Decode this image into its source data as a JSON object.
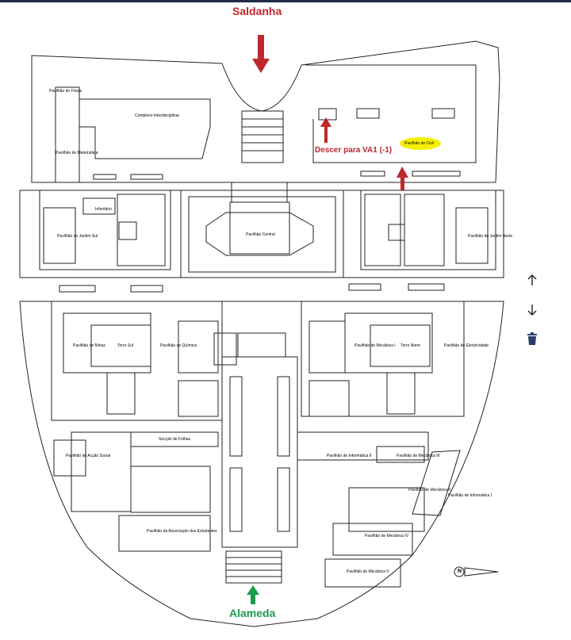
{
  "map": {
    "top_entrance": "Saldanha",
    "bottom_entrance": "Alameda",
    "note": "Descer para VA1 (-1)",
    "highlight_color": "#f5f000",
    "arrow_red": "#c0272d",
    "arrow_green": "#1e9b4c",
    "labels": {
      "fisica": "Pavilhão de Física",
      "complexo": "Complexo Interdisciplinar",
      "matematica": "Pavilhão de Matemática",
      "civil": "Pavilhão de Civil",
      "infantario": "Infantário",
      "jardim_sul": "Pavilhão do Jardim Sul",
      "central": "Pavilhão Central",
      "jardim_norte": "Pavilhão do Jardim Norte",
      "minas": "Pavilhão de Minas",
      "torre_sul": "Torre Sul",
      "quimica": "Pavilhão de Química",
      "mecanica_i": "Pavilhão de Mecânica I",
      "torre_norte": "Torre Norte",
      "electricidade": "Pavilhão de Electricidade",
      "seccao_folhas": "Secção de Folhas",
      "accao_social": "Pavilhão de Acção Social",
      "informatica_ii": "Pavilhão de Informática II",
      "mecanica_iii": "Pavilhão de Mecânica III",
      "mecanica_ii": "Pavilhão de Mecânica II",
      "informatica_i": "Pavilhão de Informática I",
      "associacao": "Pavilhão da Associação dos Estudantes",
      "mecanica_iv": "Pavilhão de Mecânica IV",
      "mecanica_v": "Pavilhão de Mecânica V",
      "north": "N"
    }
  },
  "controls": {
    "up": "arrow-up-icon",
    "down": "arrow-down-icon",
    "delete": "trash-icon"
  }
}
